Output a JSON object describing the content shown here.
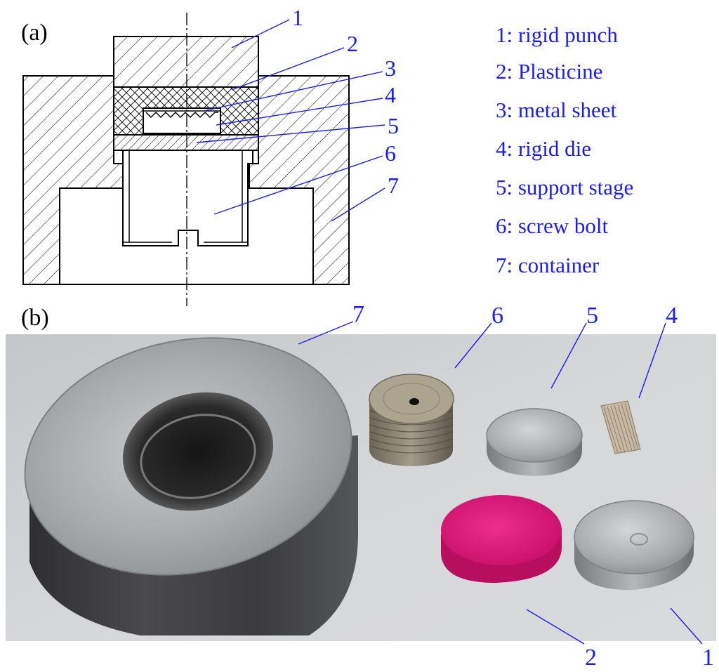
{
  "panel_a": {
    "label": "(a)",
    "callouts": [
      "1",
      "2",
      "3",
      "4",
      "5",
      "6",
      "7"
    ],
    "legend": [
      "1: rigid punch",
      "2: Plasticine",
      "3: metal sheet",
      "4: rigid die",
      "5: support stage",
      "6: screw bolt",
      "7: container"
    ]
  },
  "panel_b": {
    "label": "(b)",
    "callouts": [
      "7",
      "6",
      "5",
      "4",
      "2",
      "1"
    ]
  },
  "colors": {
    "callout_blue": "#1a1aff",
    "line_black": "#000000",
    "photo_bg": "#cfd0d2",
    "plasticine": "#e0187a",
    "steel_light": "#b9bcbe",
    "steel_dark": "#3a3a3c"
  }
}
